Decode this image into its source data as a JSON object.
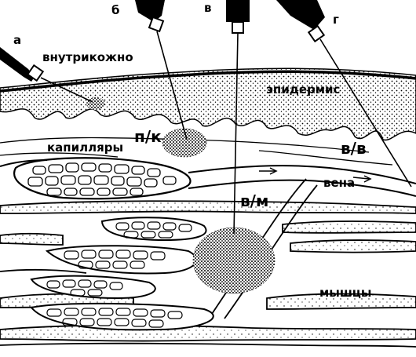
{
  "labels": {
    "a": "а",
    "b": "б",
    "v": "в",
    "g": "г",
    "intradermal": "внутрикожно",
    "epidermis": "эпидермис",
    "subcutaneous": "п/к",
    "capillaries": "капилляры",
    "intravenous": "в/в",
    "vein": "вена",
    "intramuscular": "в/м",
    "muscles": "мышцы"
  },
  "colors": {
    "ink": "#000000",
    "paper": "#ffffff"
  }
}
